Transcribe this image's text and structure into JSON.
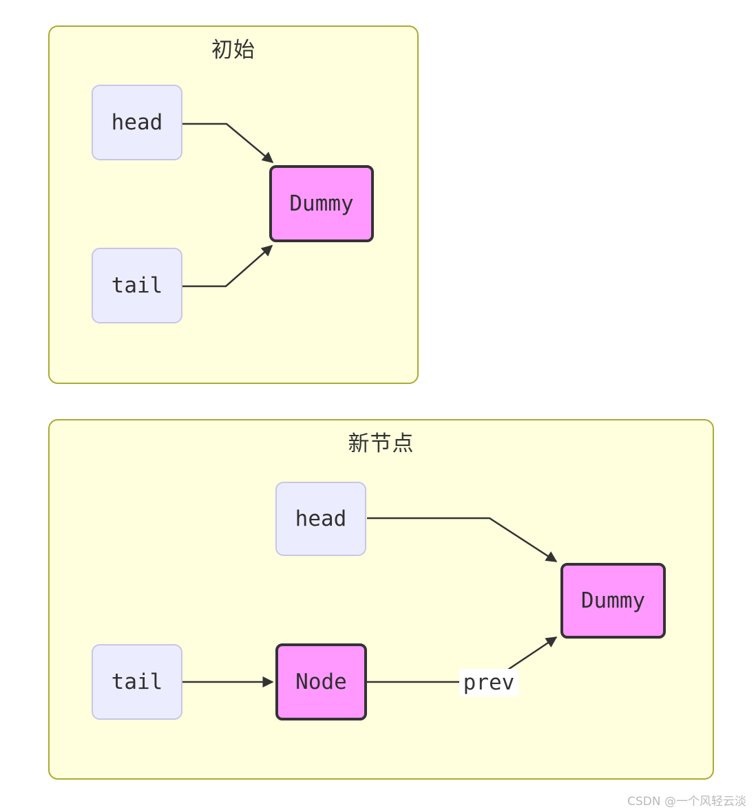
{
  "panels": [
    {
      "title": "初始",
      "nodes": {
        "head": "head",
        "tail": "tail",
        "dummy": "Dummy"
      }
    },
    {
      "title": "新节点",
      "nodes": {
        "head": "head",
        "tail": "tail",
        "node": "Node",
        "dummy": "Dummy"
      },
      "edge_label": "prev"
    }
  ],
  "watermark": "CSDN @一个风轻云淡",
  "colors": {
    "panel_fill": "#ffffde",
    "panel_border": "#aaaa33",
    "pointer_node_fill": "#ececff",
    "pointer_node_border": "#c6c6e9",
    "accent_node_fill": "#ff99ff",
    "accent_node_border": "#333333",
    "arrow": "#333333",
    "edge_label_bg": "#ffffff",
    "text": "#333333",
    "watermark_text": "#b9b9b9"
  }
}
